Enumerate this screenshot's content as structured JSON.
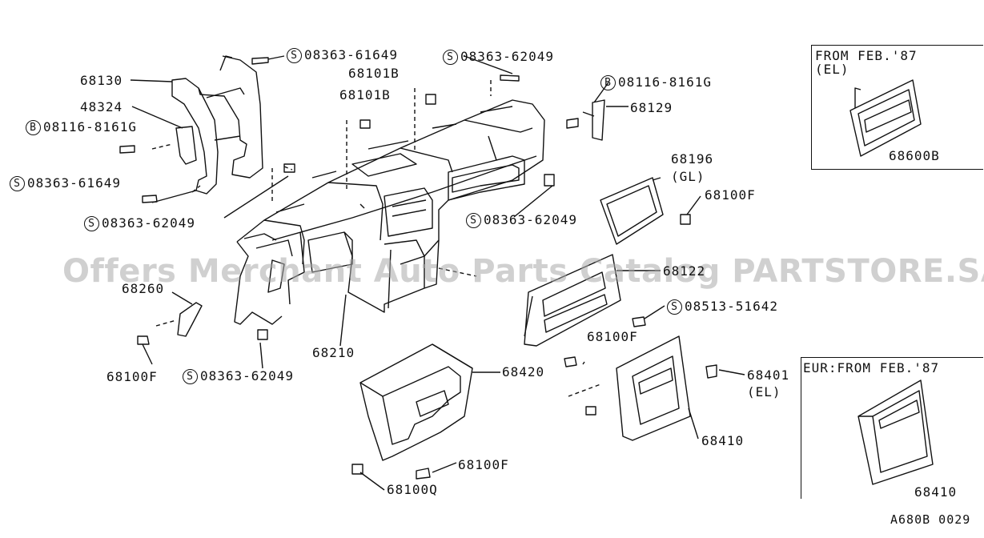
{
  "diagram": {
    "watermark": "Offers Merchant Auto Parts Catalog PARTSTORE.SA",
    "code": "A680B 0029",
    "labels": {
      "p68130": "68130",
      "p48324": "48324",
      "b08116_left": "08116-8161G",
      "s08363_61649_top": "08363-61649",
      "s08363_61649_left": "08363-61649",
      "s08363_62049_top": "08363-62049",
      "s08363_62049_left": "08363-62049",
      "s08363_62049_mid": "08363-62049",
      "s08363_62049_bottom": "08363-62049",
      "p68101b_a": "68101B",
      "p68101b_b": "68101B",
      "b08116_right": "08116-8161G",
      "p68129": "68129",
      "p68196": "68196",
      "p68196_gl": "(GL)",
      "p68100f_right": "68100F",
      "p68122": "68122",
      "s08513": "08513-51642",
      "p68100f_mid": "68100F",
      "p68260": "68260",
      "p68100f_left": "68100F",
      "p68210": "68210",
      "p68420": "68420",
      "p68401": "68401",
      "p68401_el": "(EL)",
      "p68410": "68410",
      "p68100f_bottom": "68100F",
      "p68100q": "68100Q"
    },
    "prefix_s": "S",
    "prefix_b": "B",
    "inset_top": {
      "title_line1": "FROM FEB.'87",
      "title_line2": "(EL)",
      "part": "68600B"
    },
    "inset_bottom": {
      "title": "EUR:FROM FEB.'87",
      "part": "68410"
    }
  }
}
